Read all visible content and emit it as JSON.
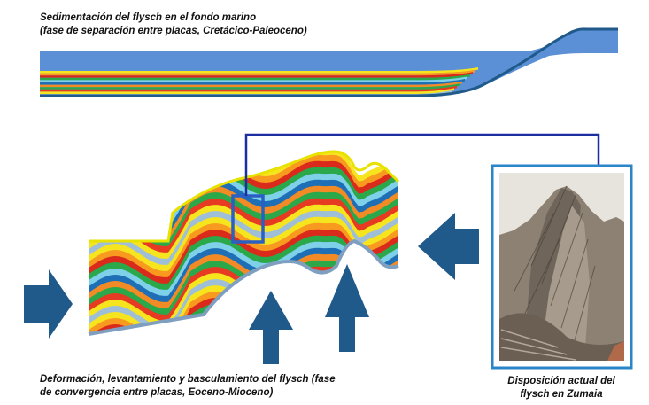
{
  "captions": {
    "top_line1": "Sedimentación del flysch en el fondo marino",
    "top_line2": "(fase de separación entre placas, Cretácico-Paleoceno)",
    "bottom_line1": "Deformación, levantamiento y basculamiento del flysch (fase",
    "bottom_line2": "de convergencia entre placas, Eoceno-Mioceno)",
    "photo_line1": "Disposición actual del",
    "photo_line2": "flysch en Zumaia"
  },
  "colors": {
    "sea": "#5b8fd6",
    "arrow": "#1f5a8a",
    "connector": "#1c2fa0",
    "frame": "#2a86c9",
    "strata": [
      "#f6e41f",
      "#f79a1f",
      "#d92a1c",
      "#2aa84a",
      "#7fd1ea",
      "#1e6fb5",
      "#f28b26",
      "#2aa84a",
      "#e63a22",
      "#f6e41f",
      "#9fbfd8"
    ]
  },
  "icons": {
    "push_arrows": "arrow-right-icon",
    "uplift_arrows": "arrow-up-icon"
  }
}
